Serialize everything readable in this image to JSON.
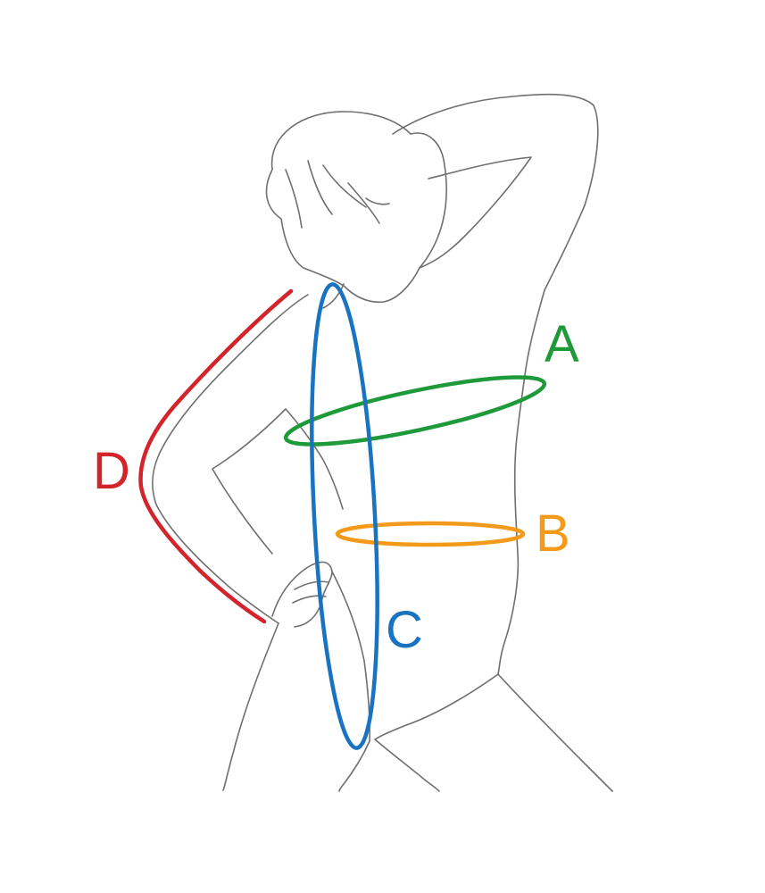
{
  "labels": {
    "a": "A",
    "b": "B",
    "c": "C",
    "d": "D"
  },
  "colors": {
    "a": "#1e9a3a",
    "b": "#f39a1a",
    "c": "#1a73c0",
    "d": "#d3242b",
    "outline": "#6f6f6f"
  }
}
